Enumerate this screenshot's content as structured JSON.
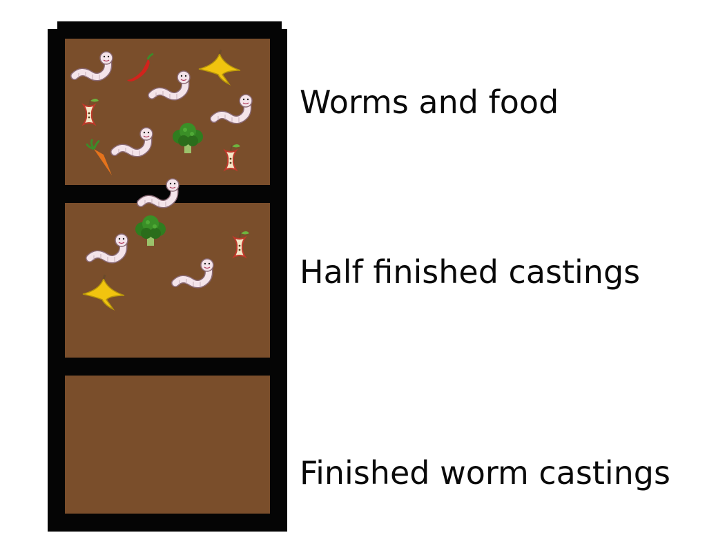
{
  "labels": {
    "top_tray": "Worms and food",
    "middle_tray": "Half finished castings",
    "bottom_tray": "Finished worm castings"
  },
  "colors": {
    "frame": "#050505",
    "soil": "#7a4e2b",
    "worm_body": "#f4e4ea",
    "worm_outline": "#8a6a75",
    "broccoli": "#2f7d1f",
    "carrot": "#e5731c",
    "chili": "#d2231c",
    "banana": "#f1c40f",
    "apple_core": "#f5e8c8"
  },
  "icons": {
    "top_tray": [
      "worm-icon",
      "chili-pepper-icon",
      "banana-peel-icon",
      "worm-icon",
      "apple-core-icon",
      "worm-icon",
      "worm-icon",
      "broccoli-icon",
      "carrot-icon",
      "apple-core-icon"
    ],
    "middle_tray": [
      "worm-icon",
      "broccoli-icon",
      "worm-icon",
      "apple-core-icon",
      "worm-icon",
      "banana-peel-icon"
    ],
    "bottom_tray": []
  }
}
